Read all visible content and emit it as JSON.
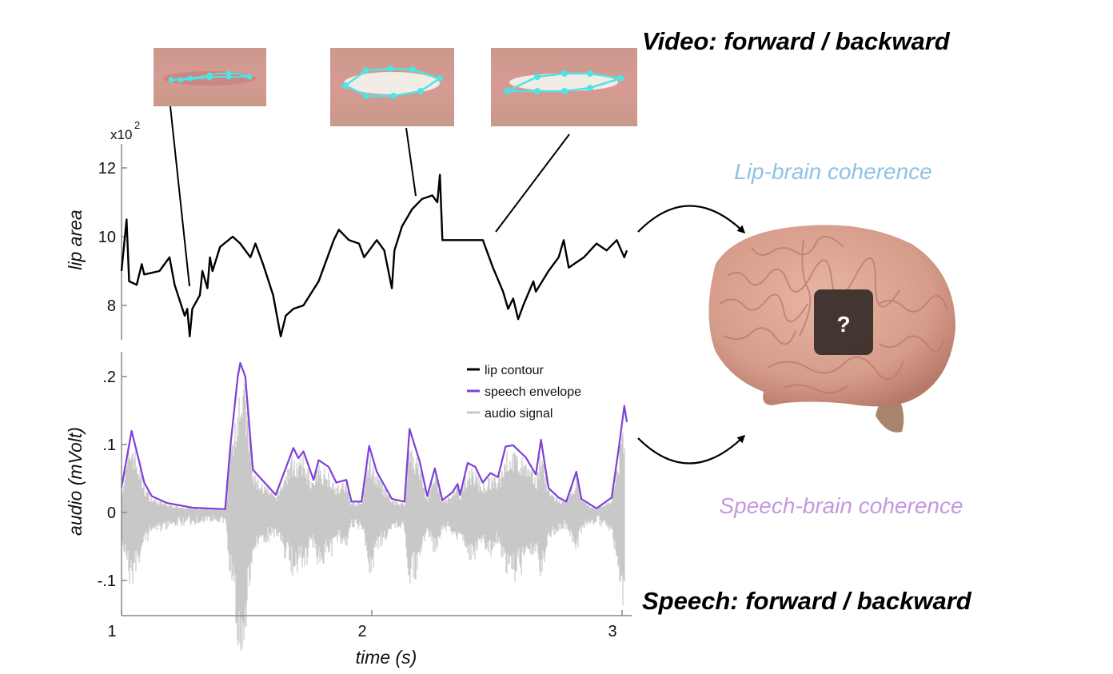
{
  "titles": {
    "video": "Video: forward / backward",
    "speech": "Speech: forward / backward"
  },
  "coherence": {
    "lip_brain": "Lip-brain coherence",
    "speech_brain": "Speech-brain coherence",
    "lip_brain_color": "#8ec3e6",
    "speech_brain_color": "#c39ae0"
  },
  "brain": {
    "overlay_label": "?"
  },
  "chart_data": [
    {
      "type": "line",
      "title": "",
      "ylabel": "lip area",
      "y_multiplier": "x10",
      "y_multiplier_exp": "2",
      "xlim": [
        1,
        3.02
      ],
      "ylim": [
        7.0,
        12.7
      ],
      "yticks": [
        {
          "v": 12,
          "label": "12"
        },
        {
          "v": 10,
          "label": "10"
        },
        {
          "v": 8,
          "label": "8"
        }
      ],
      "series": [
        {
          "name": "lip contour",
          "color": "#000000",
          "x": [
            1.0,
            1.02,
            1.03,
            1.06,
            1.08,
            1.09,
            1.15,
            1.19,
            1.21,
            1.25,
            1.26,
            1.27,
            1.28,
            1.31,
            1.32,
            1.34,
            1.35,
            1.36,
            1.39,
            1.44,
            1.47,
            1.51,
            1.53,
            1.56,
            1.6,
            1.63,
            1.65,
            1.68,
            1.72,
            1.78,
            1.84,
            1.86,
            1.9,
            1.94,
            1.96,
            2.01,
            2.04,
            2.07,
            2.08,
            2.11,
            2.15,
            2.19,
            2.23,
            2.25,
            2.26,
            2.27,
            2.3,
            2.35,
            2.41,
            2.43,
            2.47,
            2.51,
            2.53,
            2.55,
            2.57,
            2.59,
            2.63,
            2.64,
            2.69,
            2.73,
            2.75,
            2.77,
            2.83,
            2.88,
            2.92,
            2.96,
            2.99,
            3.0
          ],
          "y": [
            9.0,
            10.5,
            8.7,
            8.6,
            9.2,
            8.9,
            9.0,
            9.4,
            8.6,
            7.7,
            7.9,
            7.1,
            7.9,
            8.3,
            9.0,
            8.5,
            9.4,
            9.0,
            9.7,
            10.0,
            9.8,
            9.4,
            9.8,
            9.2,
            8.3,
            7.1,
            7.7,
            7.9,
            8.0,
            8.7,
            9.9,
            10.2,
            9.9,
            9.8,
            9.4,
            9.9,
            9.6,
            8.5,
            9.6,
            10.3,
            10.8,
            11.1,
            11.2,
            11.0,
            11.8,
            9.9,
            9.9,
            9.9,
            9.9,
            9.9,
            9.1,
            8.4,
            7.9,
            8.2,
            7.6,
            8.0,
            8.7,
            8.4,
            9.0,
            9.4,
            9.9,
            9.1,
            9.4,
            9.8,
            9.6,
            9.9,
            9.4,
            9.6
          ]
        }
      ]
    },
    {
      "type": "line",
      "title": "",
      "xlabel": "time (s)",
      "ylabel": "audio (mVolt)",
      "xlim": [
        1,
        3.02
      ],
      "ylim": [
        -0.15,
        0.24
      ],
      "xticks": [
        {
          "v": 1,
          "label": "1"
        },
        {
          "v": 2,
          "label": "2"
        },
        {
          "v": 3,
          "label": "3"
        }
      ],
      "yticks": [
        {
          "v": 0.2,
          "label": ".2"
        },
        {
          "v": 0.1,
          "label": ".1"
        },
        {
          "v": 0,
          "label": "0"
        },
        {
          "v": -0.1,
          "label": "-.1"
        }
      ],
      "legend": {
        "placement": "top-right",
        "entries": [
          {
            "label": "lip contour",
            "color": "#000000"
          },
          {
            "label": "speech envelope",
            "color": "#7f3fd9"
          },
          {
            "label": "audio signal",
            "color": "#c8c8c8"
          }
        ]
      },
      "series": [
        {
          "name": "speech envelope",
          "color": "#7f3fd9",
          "x": [
            1.0,
            1.04,
            1.07,
            1.09,
            1.12,
            1.18,
            1.28,
            1.41,
            1.43,
            1.46,
            1.47,
            1.49,
            1.52,
            1.61,
            1.68,
            1.7,
            1.72,
            1.76,
            1.78,
            1.82,
            1.85,
            1.89,
            1.91,
            1.95,
            1.98,
            2.01,
            2.07,
            2.12,
            2.14,
            2.18,
            2.21,
            2.24,
            2.27,
            2.31,
            2.33,
            2.34,
            2.37,
            2.4,
            2.43,
            2.46,
            2.49,
            2.52,
            2.55,
            2.6,
            2.64,
            2.66,
            2.69,
            2.73,
            2.76,
            2.8,
            2.82,
            2.88,
            2.94,
            2.97,
            2.99,
            3.0
          ],
          "y": [
            0.037,
            0.12,
            0.075,
            0.044,
            0.024,
            0.014,
            0.007,
            0.005,
            0.095,
            0.2,
            0.22,
            0.2,
            0.063,
            0.026,
            0.095,
            0.08,
            0.09,
            0.048,
            0.077,
            0.067,
            0.044,
            0.048,
            0.016,
            0.016,
            0.098,
            0.06,
            0.02,
            0.016,
            0.123,
            0.075,
            0.024,
            0.065,
            0.018,
            0.03,
            0.042,
            0.026,
            0.073,
            0.067,
            0.044,
            0.058,
            0.052,
            0.097,
            0.099,
            0.081,
            0.056,
            0.107,
            0.036,
            0.022,
            0.016,
            0.06,
            0.02,
            0.006,
            0.022,
            0.1,
            0.157,
            0.133
          ]
        }
      ]
    }
  ]
}
